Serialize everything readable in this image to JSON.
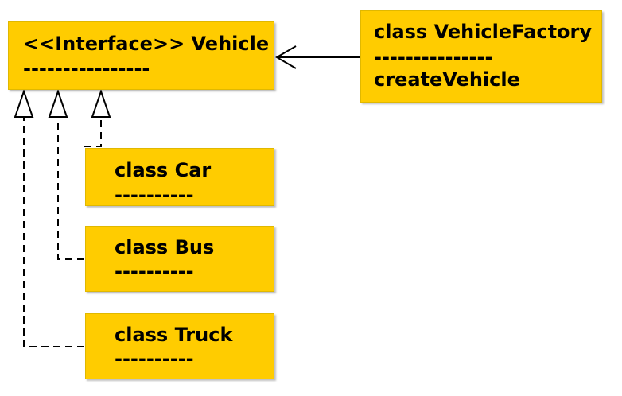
{
  "colors": {
    "box_fill": "#ffcc00",
    "box_border": "#e0b800",
    "line": "#000000",
    "background": "#ffffff"
  },
  "boxes": {
    "vehicle": {
      "title": "<<Interface>> Vehicle",
      "separator": "----------------"
    },
    "factory": {
      "title": "class VehicleFactory",
      "separator": "---------------",
      "method": "createVehicle"
    },
    "car": {
      "title": "class Car",
      "separator": "----------"
    },
    "bus": {
      "title": "class Bus",
      "separator": "----------"
    },
    "truck": {
      "title": "class Truck",
      "separator": "----------"
    }
  },
  "relations": [
    {
      "from": "factory",
      "to": "vehicle",
      "kind": "association",
      "arrow": "open"
    },
    {
      "from": "car",
      "to": "vehicle",
      "kind": "realization",
      "arrow": "hollow-triangle"
    },
    {
      "from": "bus",
      "to": "vehicle",
      "kind": "realization",
      "arrow": "hollow-triangle"
    },
    {
      "from": "truck",
      "to": "vehicle",
      "kind": "realization",
      "arrow": "hollow-triangle"
    }
  ]
}
